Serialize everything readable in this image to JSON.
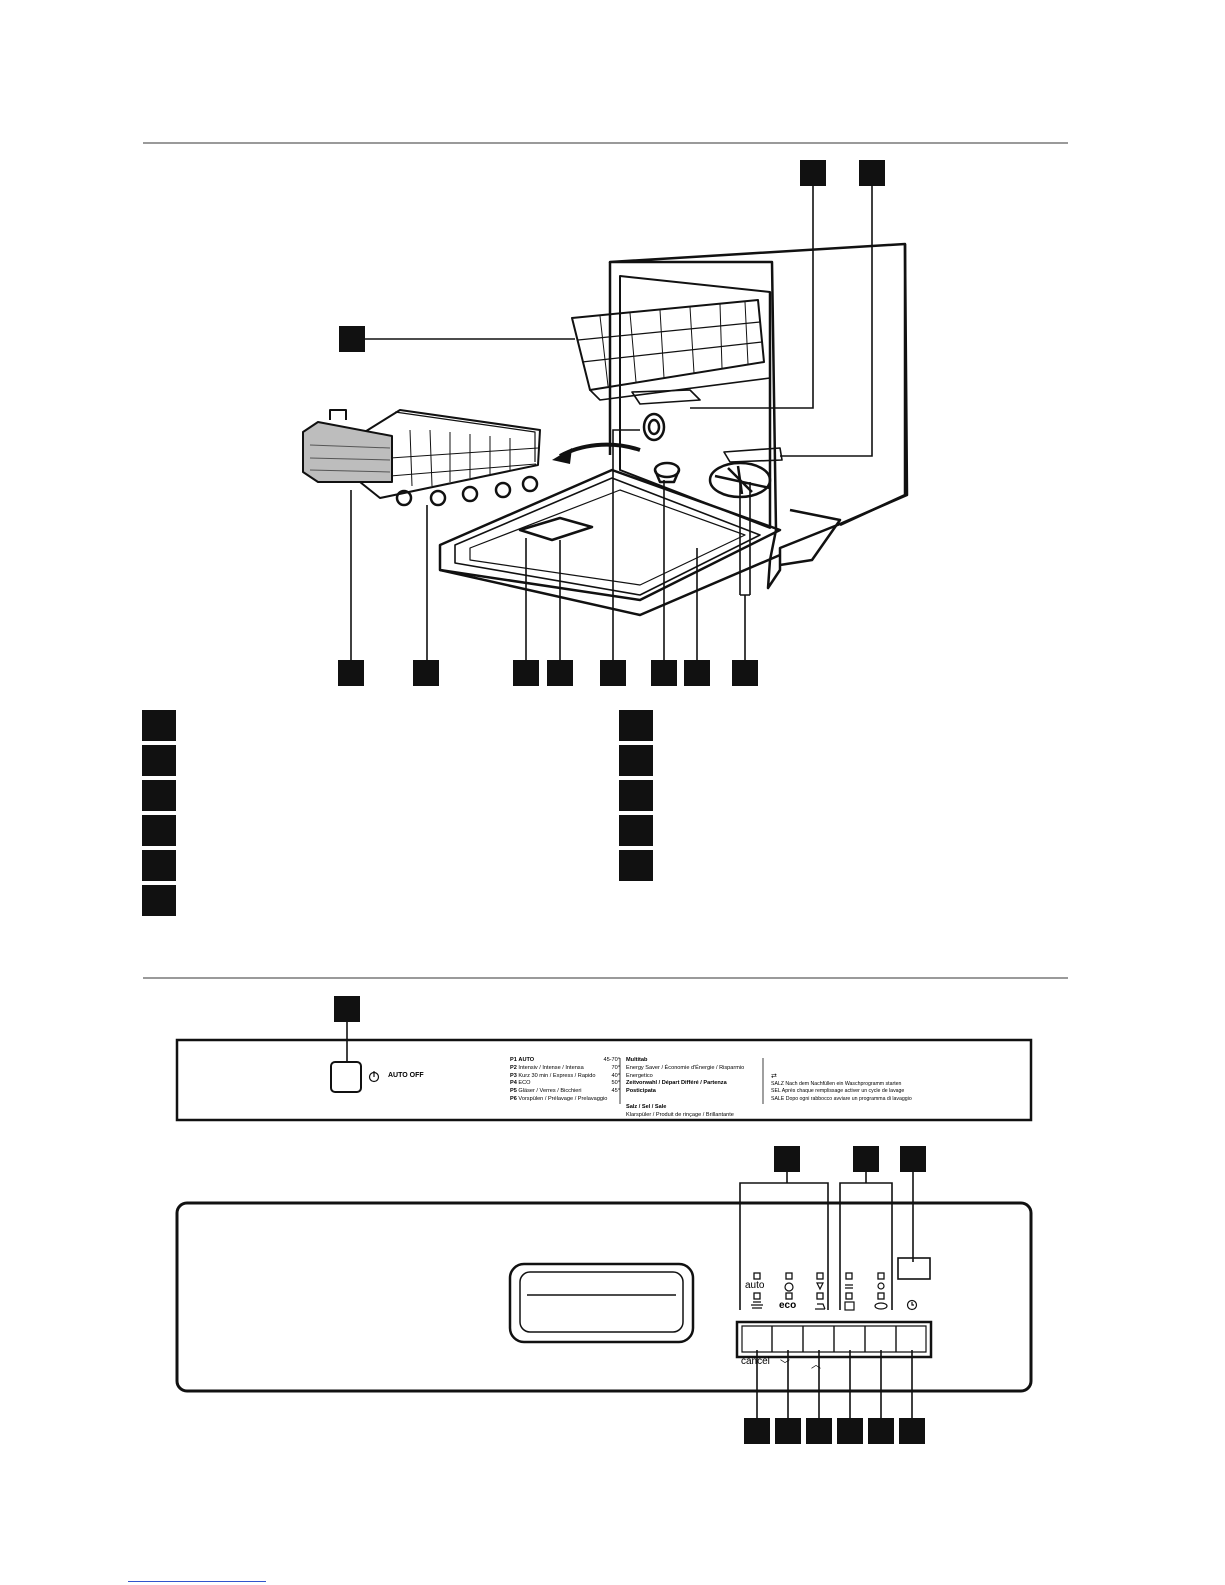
{
  "panel": {
    "auto_off_label": "AUTO OFF",
    "power_symbol": "⏻",
    "program_list": [
      {
        "code": "P1",
        "name": "AUTO",
        "temp": "45-70°"
      },
      {
        "code": "P2",
        "name": "Intensiv / Intense / Intensa",
        "temp": "70°"
      },
      {
        "code": "P3",
        "name": "Kurz 30 min / Express / Rapido",
        "temp": "40°"
      },
      {
        "code": "P4",
        "name": "ECO",
        "temp": "50°"
      },
      {
        "code": "P5",
        "name": "Gläser / Verres / Bicchieri",
        "temp": "45°"
      },
      {
        "code": "P6",
        "name": "Vorspülen / Prélavage / Prelavaggio",
        "temp": ""
      }
    ],
    "options_list": [
      "Multitab",
      "Energy Saver / Économie d'Énergie / Risparmio Energetico",
      "Zeitvorwahl / Départ Différé / Partenza Posticipata",
      "",
      "Salz / Sel / Sale",
      "Klarspüler / Produit de rinçage / Brillantante"
    ],
    "salt_notes": [
      "SALZ  Nach dem Nachfüllen ein Waschprogramm starten",
      "SEL   Après chaque remplissage activer un cycle de lavage",
      "SALE  Dopo ogni rabbocco avviare un programma di lavaggio"
    ]
  },
  "control": {
    "indicator_labels": [
      "auto",
      "eco"
    ],
    "cancel_label": "cancel",
    "button_arrows": [
      "﹀",
      "︿"
    ]
  }
}
